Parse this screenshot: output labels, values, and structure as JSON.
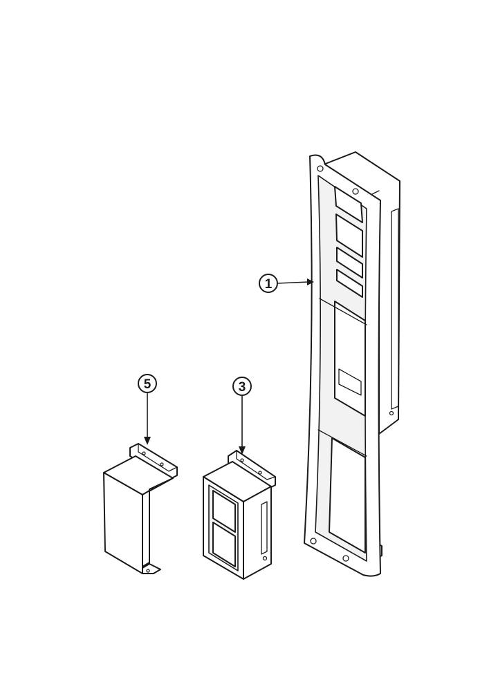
{
  "callouts": {
    "panel": "1",
    "housing": "3",
    "cover": "5"
  }
}
